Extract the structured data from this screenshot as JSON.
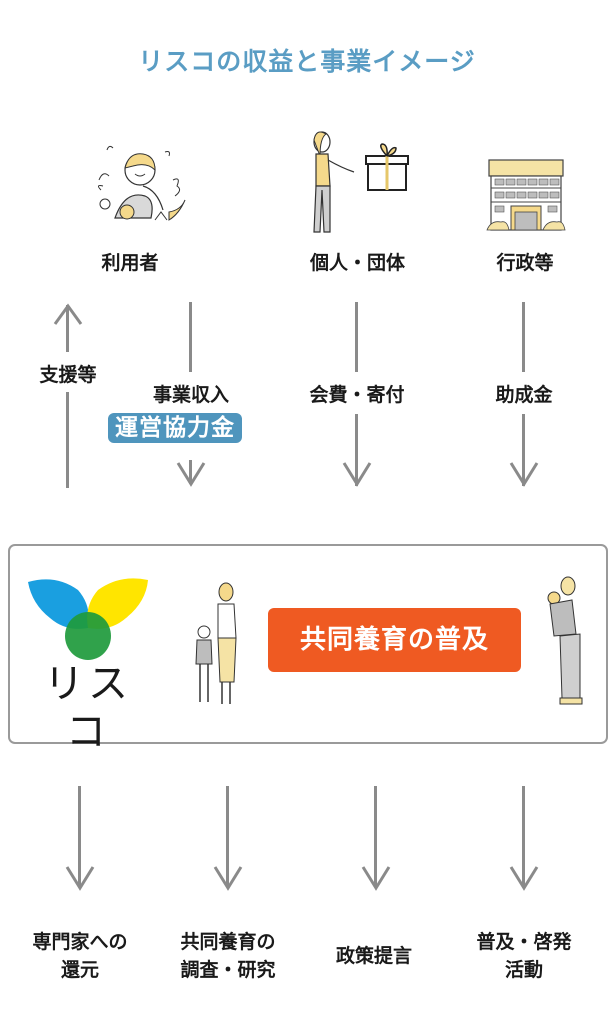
{
  "title": "リスコの収益と事業イメージ",
  "sources": [
    {
      "label": "利用者",
      "icon": "child-playing-in-garden-icon"
    },
    {
      "label": "個人・団体",
      "icon": "person-giving-gift-icon"
    },
    {
      "label": "行政等",
      "icon": "government-building-icon"
    }
  ],
  "flows": {
    "support": "支援等",
    "business_income": "事業収入",
    "operating_contribution": "運営協力金",
    "membership_donation": "会費・寄付",
    "subsidy": "助成金"
  },
  "center": {
    "logo_text": "リスコ",
    "mission": "共同養育の普及"
  },
  "outcomes": [
    {
      "line1": "専門家への",
      "line2": "還元"
    },
    {
      "line1": "共同養育の",
      "line2": "調査・研究"
    },
    {
      "line1": "政策提言",
      "line2": ""
    },
    {
      "line1": "普及・啓発",
      "line2": "活動"
    }
  ],
  "colors": {
    "title": "#5a9dc4",
    "badge": "#4f95bd",
    "mission": "#ef5a22",
    "arrow": "#8a8a8a",
    "logo_blue": "#1a9fe0",
    "logo_yellow": "#ffe500",
    "logo_green": "#1e9a3c"
  }
}
